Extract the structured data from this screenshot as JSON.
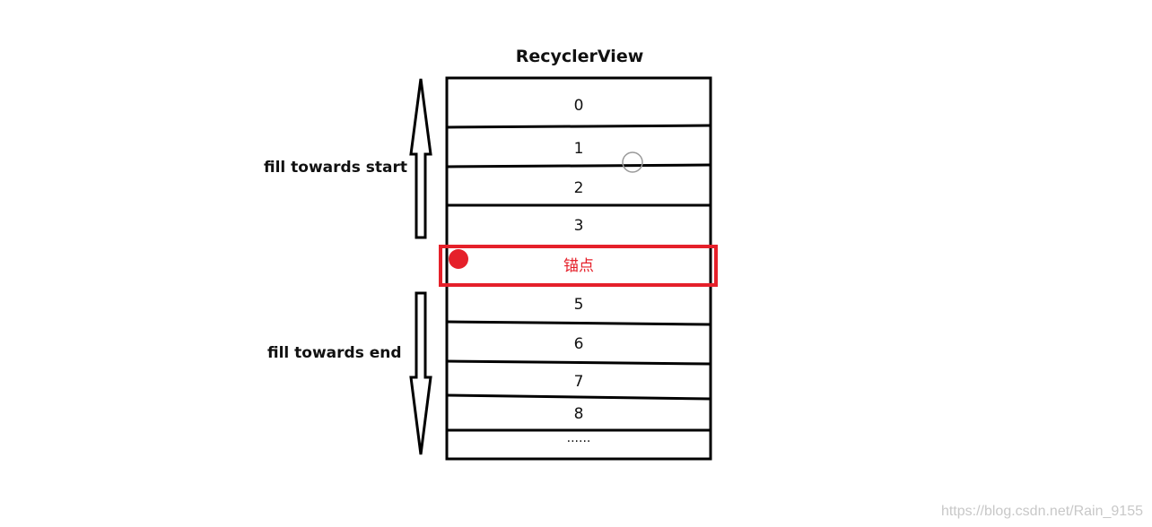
{
  "title": "RecyclerView",
  "labels": {
    "fill_start": "fill towards start",
    "fill_end": "fill towards end"
  },
  "items": [
    "0",
    "1",
    "2",
    "3",
    "锚点",
    "5",
    "6",
    "7",
    "8",
    "......"
  ],
  "anchor_item": "锚点",
  "watermark": "https://blog.csdn.net/Rain_9155",
  "colors": {
    "line": "#000000",
    "anchor": "#e5202a",
    "marker": "#888888"
  }
}
